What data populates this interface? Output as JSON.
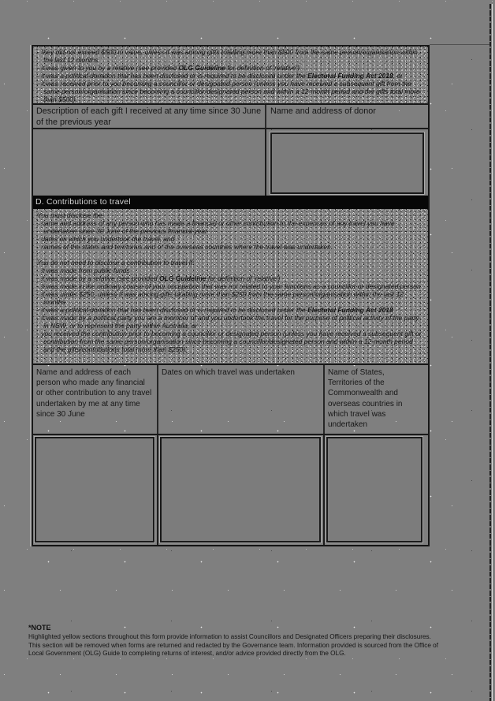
{
  "colors": {
    "page_bg": "#7f7f7f",
    "section_bar_bg": "#070707",
    "section_bar_text": "#d3d3d3",
    "ink": "#161616"
  },
  "bold_phrases": [
    "OLG Guideline",
    "Electoral Funding Act 2018"
  ],
  "gifts_section": {
    "exempt_items": [
      "they did not exceed $500 in value, unless it was among gifts totalling more than $500 from the same person/organisation within the last 12 months",
      "it was given to you by a relative (see provided OLG Guideline for definition of 'relative')",
      "it was a political donation that has been disclosed or is required to be disclosed under the Electoral Funding Act 2018, or",
      "it was received prior to you becoming a councillor or designated person (unless you have received a subsequent gift from the same person/organisation since becoming a councillor/designated person and within a 12-month period and the gifts total more than $500)."
    ],
    "table": {
      "description_header": "Description of each gift I received at any time since 30 June of the previous year",
      "donor_header": "Name and address of donor"
    }
  },
  "travel_section": {
    "title": "D. Contributions to travel",
    "must_disclose_intro": "You must disclose the:",
    "must_disclose_items": [
      "name and address of any person who has made a financial or other contribution to the expenses of any travel you have undertaken since 30 June of the previous financial year",
      "dates on which you undertook the travel, and",
      "names of the states and territories and of the overseas countries where the travel was undertaken."
    ],
    "exempt_intro": "You do not need to disclose a contribution to travel if:",
    "exempt_items": [
      "it was made from public funds",
      "it was made by a relative (see provided OLG Guideline for definition of 'relative')",
      "it was made in the ordinary course of your occupation that was not related to your functions as a councillor or designated person",
      "it was under $250, unless it was among gifts totalling more than $250 from the same person/organisation within the last 12 months",
      "it was a political donation that has been disclosed or is required to be disclosed under the Electoral Funding Act 2018",
      "it was made by a political party you are a member of and you undertook the travel for the purpose of political activity of the party in NSW, or to represent the party within Australia, or",
      "you received the contribution prior to becoming a councillor or designated person (unless you have received a subsequent gift or contribution from the same person/organisation since becoming a councillor/designated person and within a 12-month period and the gifts/contributions total more than $250)."
    ],
    "table": {
      "contributor_header": "Name and address of each person who made any financial or other contribution to any travel undertaken by me at any time since 30 June",
      "dates_header": "Dates on which travel was undertaken",
      "destinations_header": "Name of States, Territories of the Commonwealth and overseas countries in which travel was undertaken"
    }
  },
  "note": {
    "title": "*NOTE",
    "body": "Highlighted yellow sections throughout this form provide information to assist Councillors and Designated Officers preparing their disclosures. This section will be removed when forms are returned and redacted by the Governance team. Information provided is sourced from the Office of Local Government (OLG) Guide to completing returns of interest, and/or advice provided directly from the OLG."
  }
}
